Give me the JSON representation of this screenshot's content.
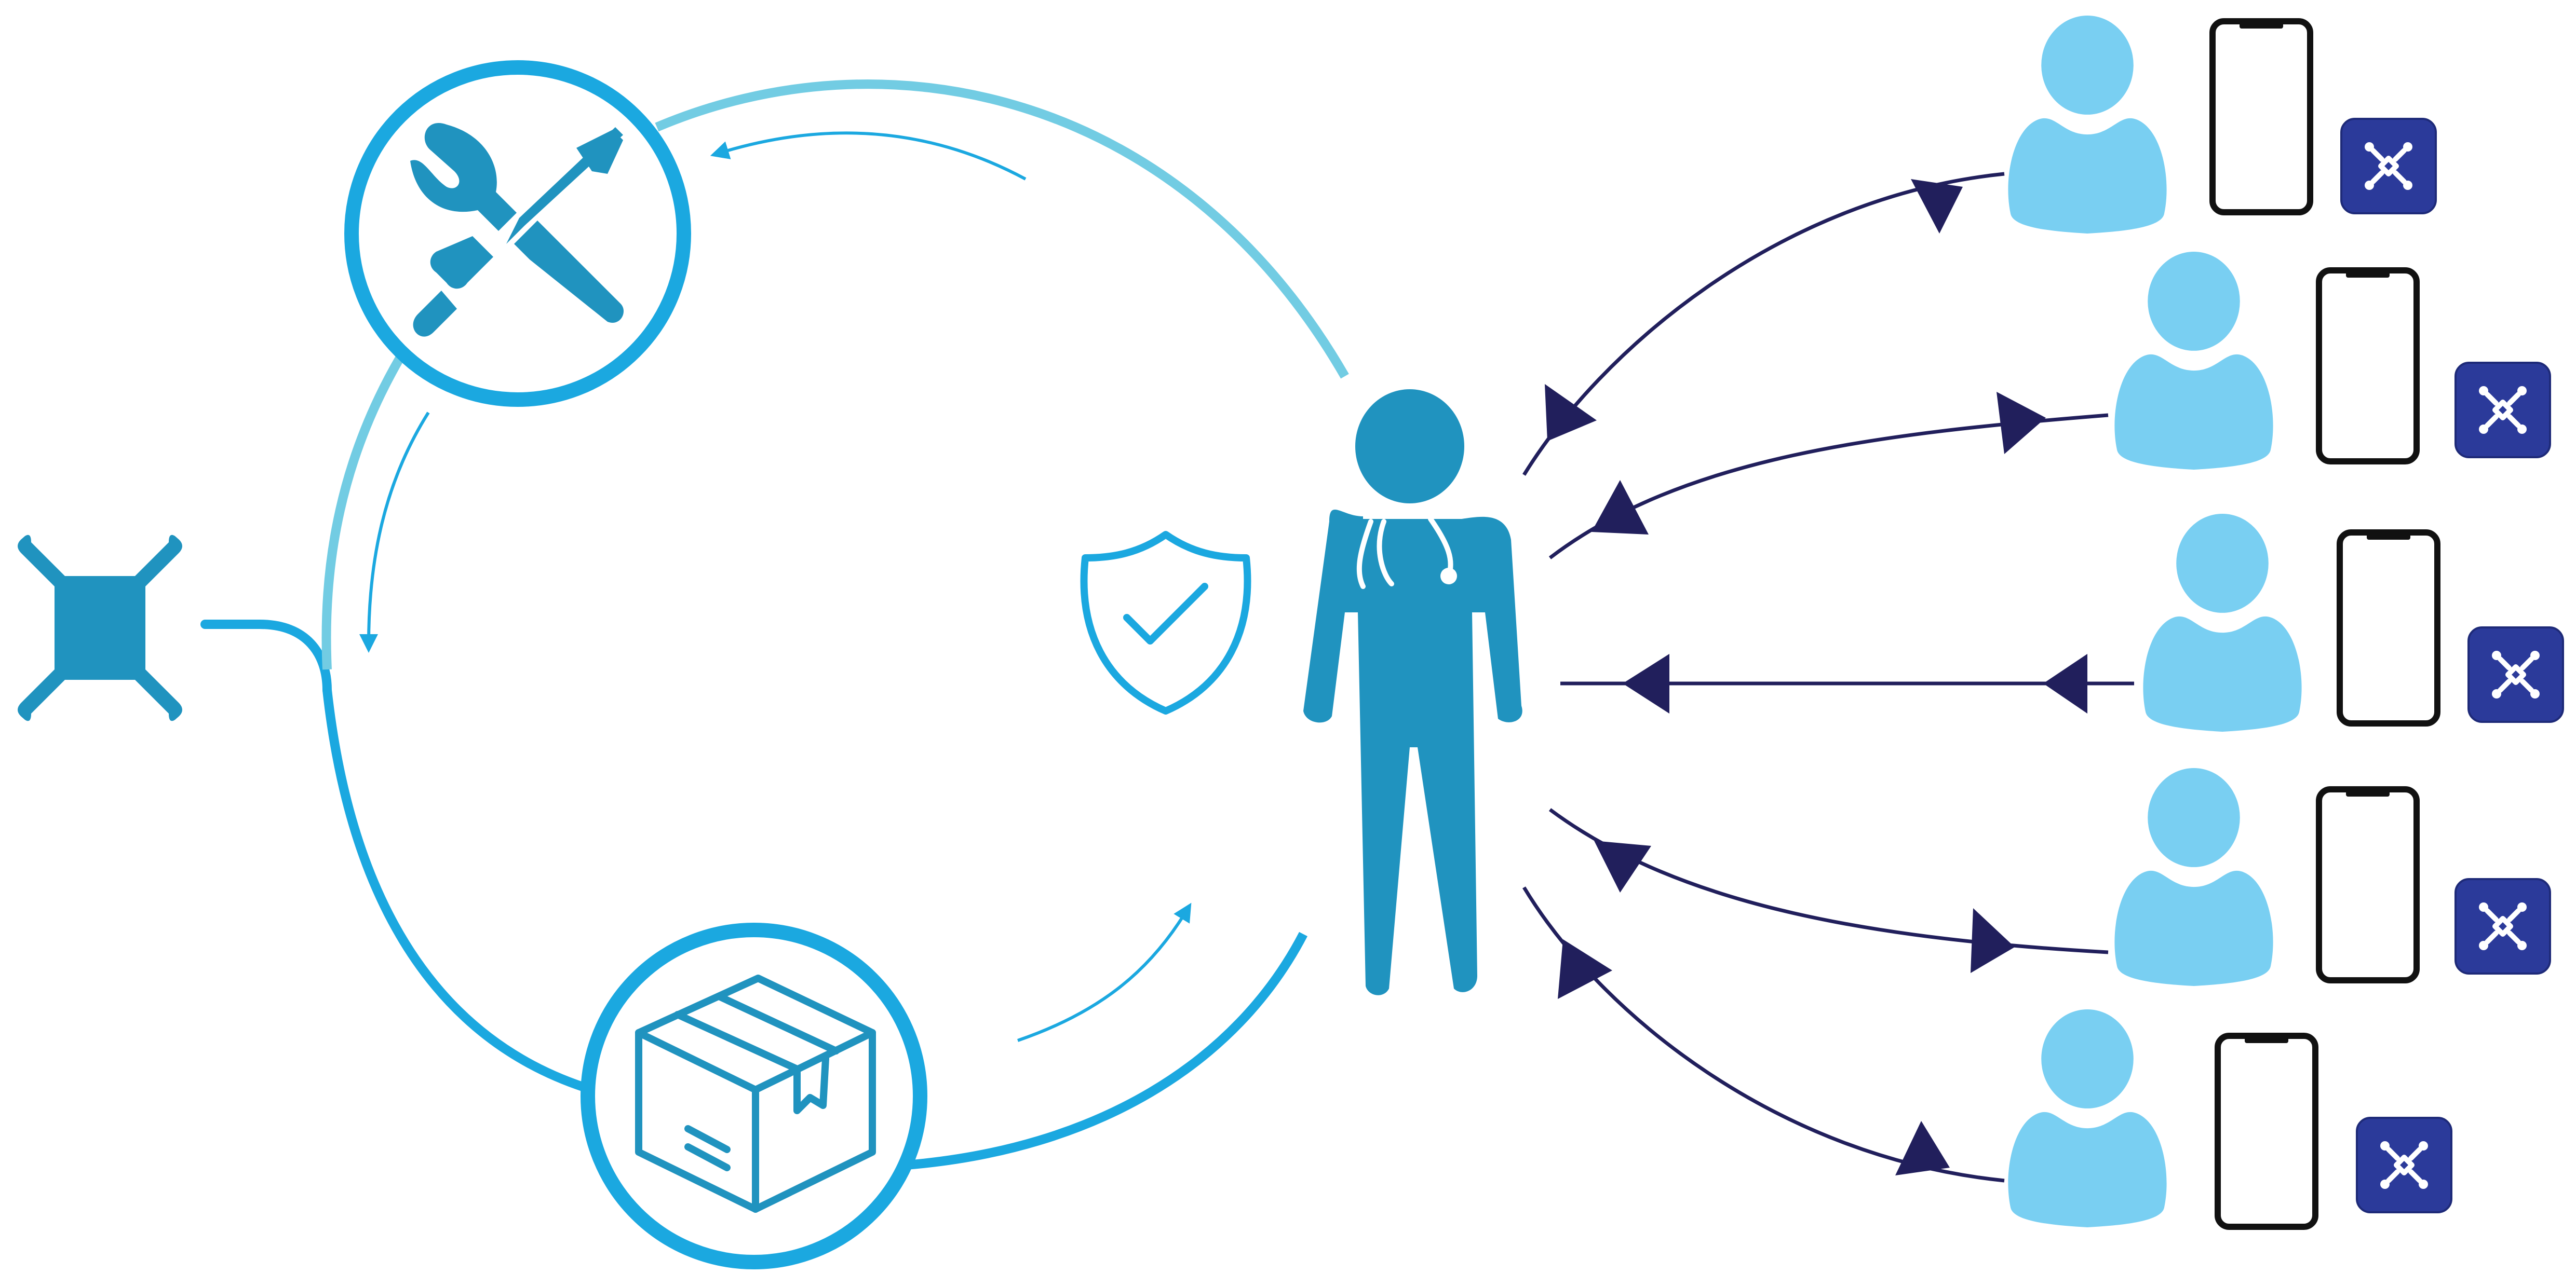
{
  "colors": {
    "primary": "#2093BF",
    "ring": "#1BA8E0",
    "ring_light": "#72CCE3",
    "patient": "#79CFF2",
    "connector": "#211F5C",
    "app_badge": "#2B3A9A",
    "phone_outline": "#111111",
    "background": "#FFFFFF"
  },
  "icons": {
    "hub_logo": "cross-logo-icon",
    "tools": "wrench-screwdriver-icon",
    "package": "delivery-box-icon",
    "security": "shield-check-icon",
    "clinician": "doctor-stethoscope-icon",
    "patient": "person-icon",
    "device": "smartphone-icon",
    "app": "app-badge-icon"
  },
  "patients": [
    {
      "id": "patient-1",
      "link": "bidirectional"
    },
    {
      "id": "patient-2",
      "link": "bidirectional"
    },
    {
      "id": "patient-3",
      "link": "bidirectional"
    },
    {
      "id": "patient-4",
      "link": "bidirectional"
    },
    {
      "id": "patient-5",
      "link": "bidirectional"
    }
  ]
}
